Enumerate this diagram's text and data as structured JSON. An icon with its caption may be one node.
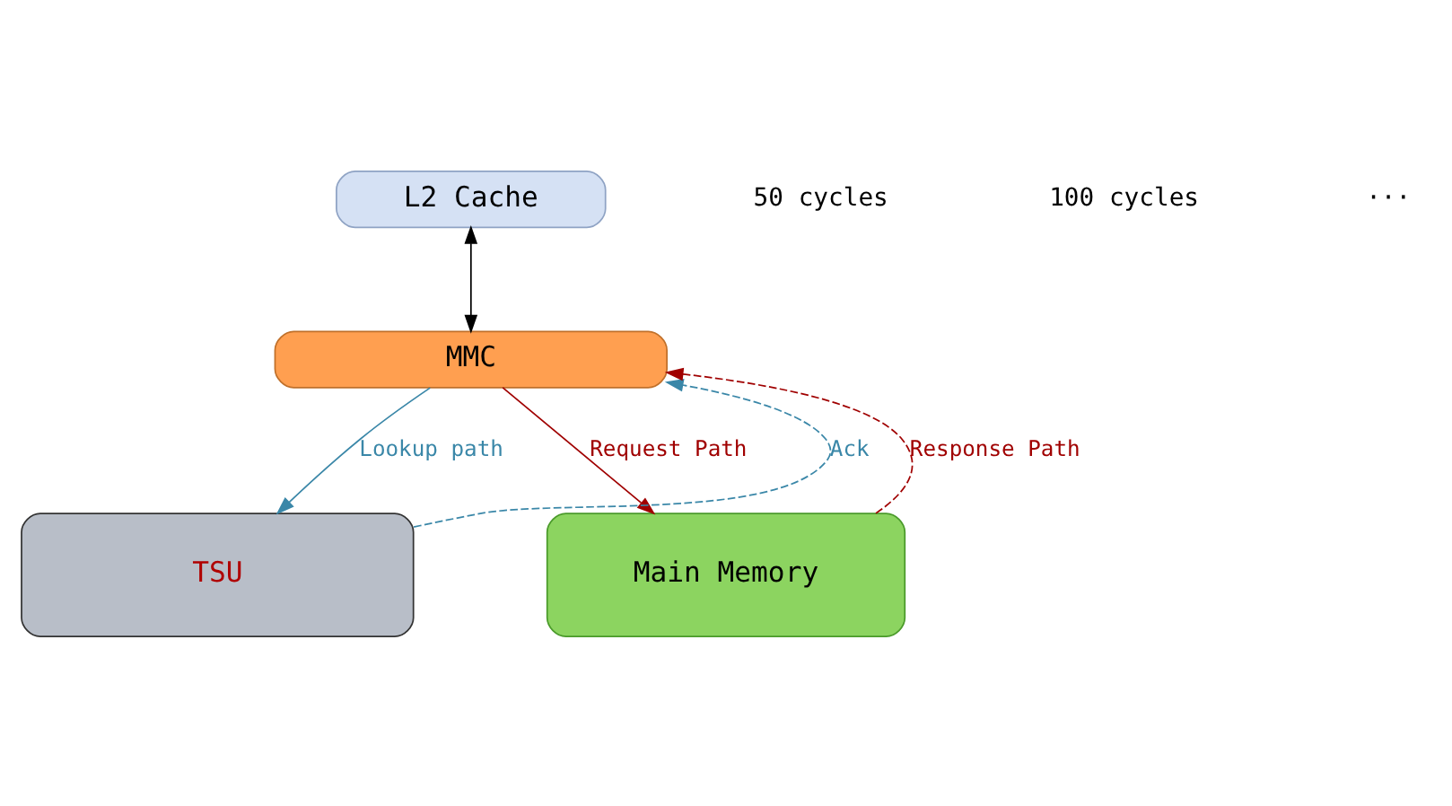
{
  "diagram": {
    "nodes": [
      {
        "text": [
          "L2 Cache"
        ]
      },
      {
        "text": [
          "MMC"
        ]
      },
      {
        "text": [
          "TSU"
        ]
      },
      {
        "text": [
          "Main Memory"
        ]
      }
    ],
    "edges": [
      {
        "from": 0,
        "to": 1,
        "arrow": "both",
        "color": "#000000"
      },
      {
        "from": 1,
        "to": 2,
        "arrow": "to",
        "label": "Lookup path",
        "color": "#3a87a8"
      },
      {
        "from": 2,
        "to": 1,
        "arrow": "to",
        "label": "Ack",
        "style": "dashed",
        "color": "#3a87a8"
      },
      {
        "from": 1,
        "to": 3,
        "arrow": "to",
        "label": "Request Path",
        "color": "#a00000"
      },
      {
        "from": 3,
        "to": 1,
        "arrow": "to",
        "label": "Response Path",
        "style": "dashed",
        "color": "#a00000"
      }
    ],
    "labels": [
      "50 cycles",
      "100 cycles",
      "···"
    ]
  }
}
